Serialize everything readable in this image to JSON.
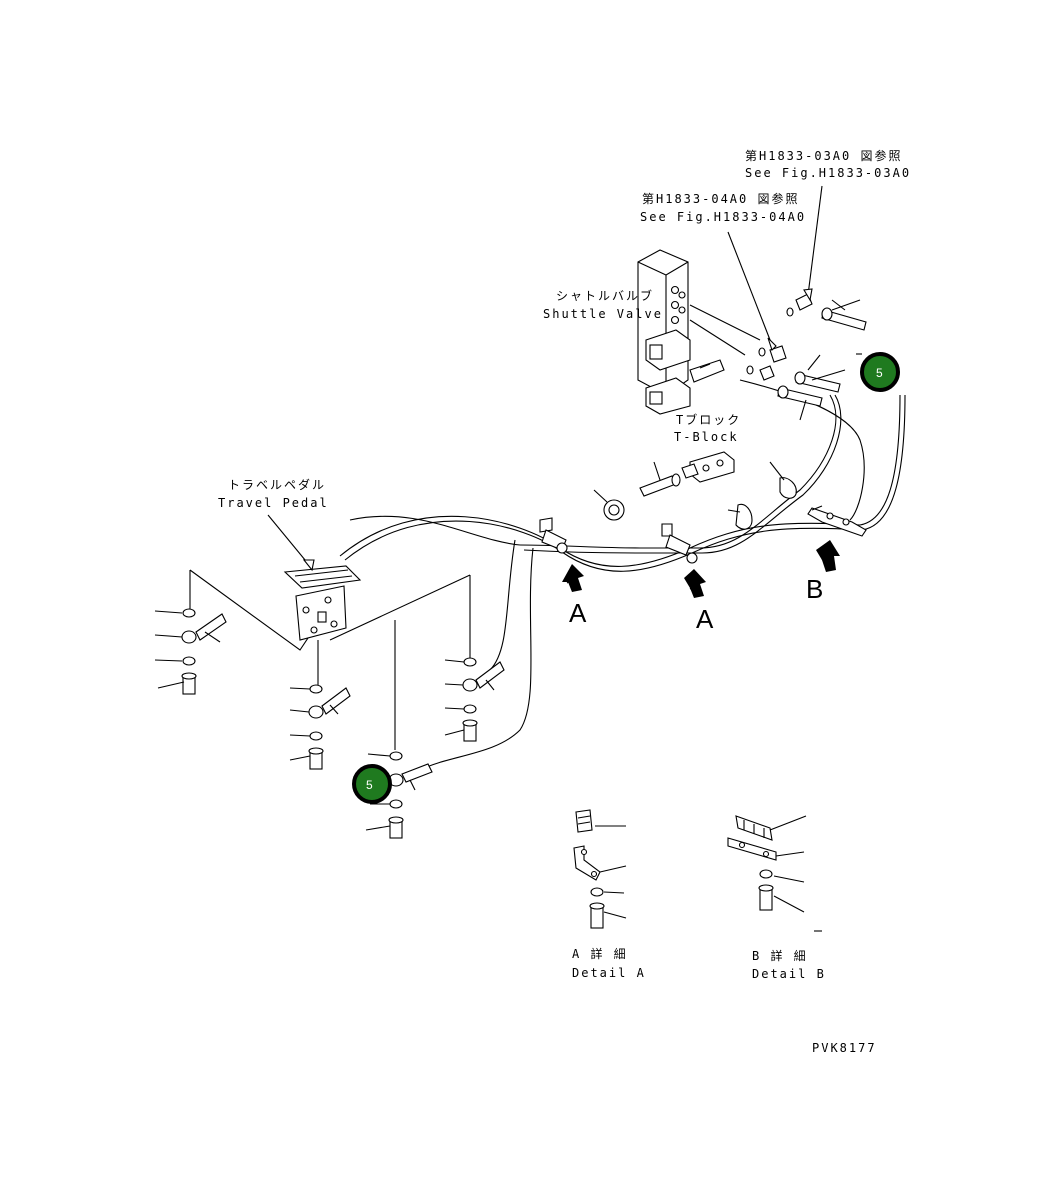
{
  "labels": {
    "ref_03a0_jp": "第H1833-03A0 図参照",
    "ref_03a0_en": "See Fig.H1833-03A0",
    "ref_04a0_jp": "第H1833-04A0 図参照",
    "ref_04a0_en": "See Fig.H1833-04A0",
    "shuttle_jp": "シャトルバルブ",
    "shuttle_en": "Shuttle Valve",
    "tblock_jp": "Tブロック",
    "tblock_en": "T-Block",
    "pedal_jp": "トラベルペダル",
    "pedal_en": "Travel Pedal",
    "arrow_a1": "A",
    "arrow_a2": "A",
    "arrow_b": "B",
    "detail_a_jp": "A 詳 細",
    "detail_a_en": "Detail A",
    "detail_b_jp": "B 詳 細",
    "detail_b_en": "Detail B",
    "drawing_no": "PVK8177"
  },
  "badges": [
    "5",
    "5"
  ],
  "colors": {
    "badge_fill": "#1f7a1f",
    "line": "#000000",
    "background": "#ffffff"
  }
}
